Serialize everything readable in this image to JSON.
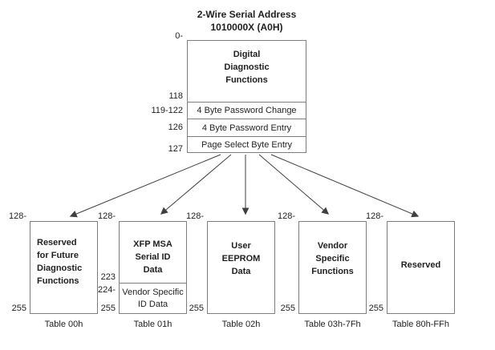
{
  "title": {
    "line1": "2-Wire Serial Address",
    "line2": "1010000X (A0H)"
  },
  "top_box": {
    "start_address": "0-",
    "main": {
      "lines": [
        "Digital",
        "Diagnostic",
        "Functions"
      ],
      "end_address": "118"
    },
    "rows": [
      {
        "address": "119-122",
        "label": "4 Byte Password Change"
      },
      {
        "address": "126",
        "label": "4 Byte Password Entry"
      },
      {
        "address": "127",
        "label": "Page Select Byte Entry"
      }
    ]
  },
  "tables": [
    {
      "start": "128-",
      "end": "255",
      "lines": [
        "Reserved",
        "for Future",
        "Diagnostic",
        "Functions"
      ],
      "caption": "Table 00h"
    },
    {
      "start": "128-",
      "mid_end": "223",
      "sub_start": "224-",
      "end": "255",
      "lines": [
        "XFP MSA",
        "Serial ID",
        "Data"
      ],
      "sub_lines": [
        "Vendor Specific",
        "ID Data"
      ],
      "caption": "Table 01h"
    },
    {
      "start": "128-",
      "end": "255",
      "lines": [
        "User",
        "EEPROM",
        "Data"
      ],
      "caption": "Table 02h"
    },
    {
      "start": "128-",
      "end": "255",
      "lines": [
        "Vendor",
        "Specific",
        "Functions"
      ],
      "caption": "Table 03h-7Fh"
    },
    {
      "start": "128-",
      "end": "255",
      "lines": [
        "Reserved"
      ],
      "caption": "Table 80h-FFh"
    }
  ],
  "colors": {
    "background": "#ffffff",
    "border": "#7d7d7d",
    "text": "#1f1f1f",
    "arrow": "#3f3f3f"
  }
}
